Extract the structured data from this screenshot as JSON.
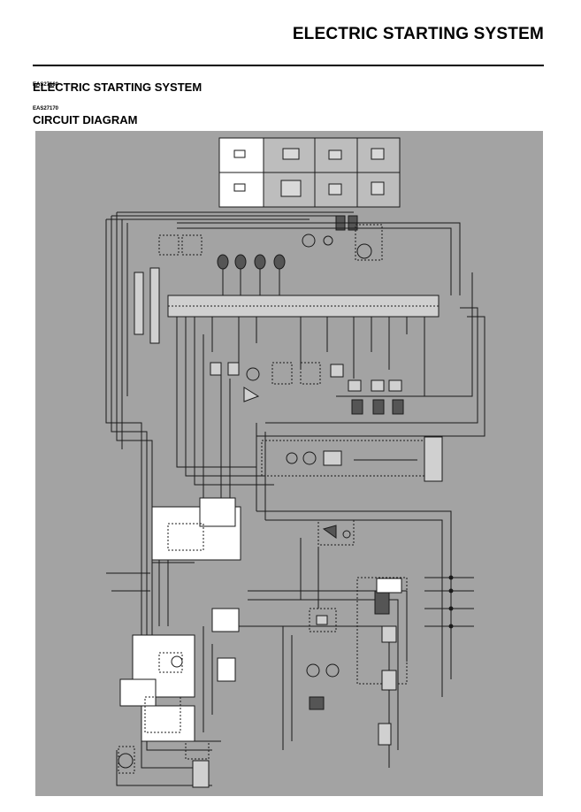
{
  "header": {
    "title": "ELECTRIC STARTING SYSTEM"
  },
  "section": {
    "code": "EAS27160",
    "title": "ELECTRIC STARTING SYSTEM"
  },
  "subsection": {
    "code": "EAS27170",
    "title": "CIRCUIT DIAGRAM"
  },
  "diagram": {
    "background_color": "#a3a3a3",
    "wire_color": "#1a1a1a",
    "highlight_color": "#ffffff"
  }
}
